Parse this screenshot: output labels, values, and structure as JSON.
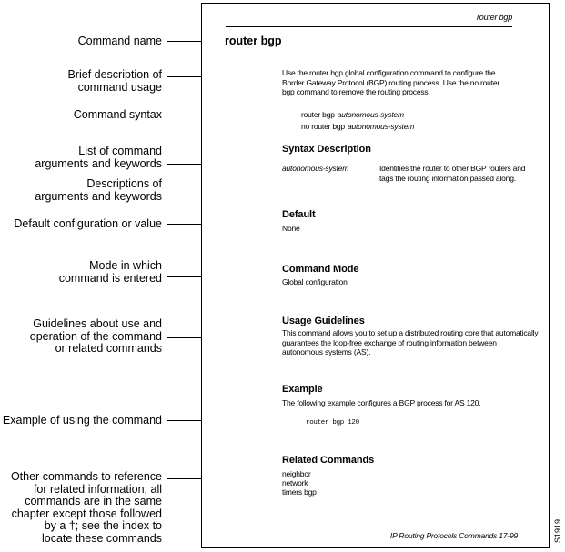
{
  "callouts": [
    {
      "text": "Command name"
    },
    {
      "text": "Brief description of\ncommand usage"
    },
    {
      "text": "Command syntax"
    },
    {
      "text": "List of command\narguments and keywords"
    },
    {
      "text": "Descriptions of\narguments and keywords"
    },
    {
      "text": "Default configuration or value"
    },
    {
      "text": "Mode in which\ncommand is entered"
    },
    {
      "text": "Guidelines about use and\noperation of the command\nor related commands"
    },
    {
      "text": "Example of using the command"
    },
    {
      "text": "Other commands to reference\nfor related information; all\ncommands are in the same\nchapter except those followed\nby a †; see the index to\nlocate these commands"
    }
  ],
  "page": {
    "running_head": "router bgp",
    "title": "router bgp",
    "description": "Use the router bgp global configuration command to configure the Border Gateway Protocol (BGP) routing process. Use the no router bgp command to remove the routing process.",
    "syntax": [
      {
        "command": "router bgp",
        "argument": "autonomous-system"
      },
      {
        "command": "no router bgp",
        "argument": "autonomous-system"
      }
    ],
    "syntax_description": {
      "heading": "Syntax Description",
      "term": "autonomous-system",
      "definition": "Identifies the router to other BGP routers and tags the routing information passed along."
    },
    "default_section": {
      "heading": "Default",
      "value": "None"
    },
    "command_mode": {
      "heading": "Command Mode",
      "value": "Global configuration"
    },
    "usage": {
      "heading": "Usage Guidelines",
      "text": "This command allows you to set up a distributed routing core that automatically guarantees the loop-free exchange of routing information between autonomous systems (AS)."
    },
    "example": {
      "heading": "Example",
      "intro": "The following example configures a BGP process for AS 120.",
      "code": "router bgp 120"
    },
    "related": {
      "heading": "Related Commands",
      "commands": [
        "neighbor",
        "network",
        "timers bgp"
      ]
    },
    "footer": "IP Routing Protocols Commands 17-99"
  },
  "figure_id": "S1919",
  "colors": {
    "ink": "#000000",
    "paper": "#ffffff"
  }
}
